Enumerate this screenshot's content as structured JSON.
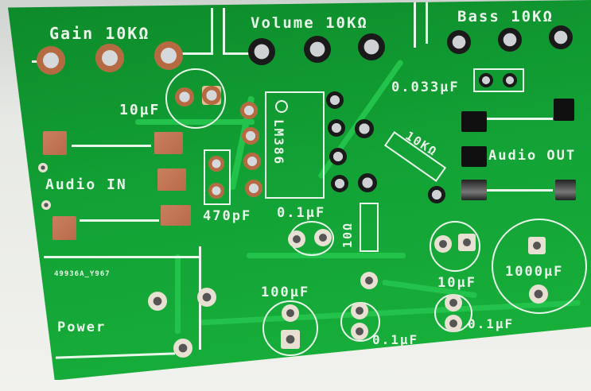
{
  "board": {
    "color": "#12a135",
    "silkscreen_color": "#e9f7ea",
    "labels": {
      "gain": "Gain 10KΩ",
      "volume": "Volume 10KΩ",
      "bass": "Bass 10KΩ",
      "cap_10uf_top": "10µF",
      "cap_0033uf": "0.033µF",
      "ic": "LM386",
      "resistor_10k": "10KΩ",
      "audio_in": "Audio IN",
      "audio_out": "Audio OUT",
      "cap_470pf": "470pF",
      "cap_01uf_ic": "0.1µF",
      "resistor_10": "10Ω",
      "cap_10uf_bottom": "10µF",
      "cap_1000uf": "1000µF",
      "board_id": "49936A_Y967",
      "power": "Power",
      "cap_100uf": "100µF",
      "cap_01uf_a": "0.1µF",
      "cap_01uf_b": "0.1µF"
    }
  }
}
